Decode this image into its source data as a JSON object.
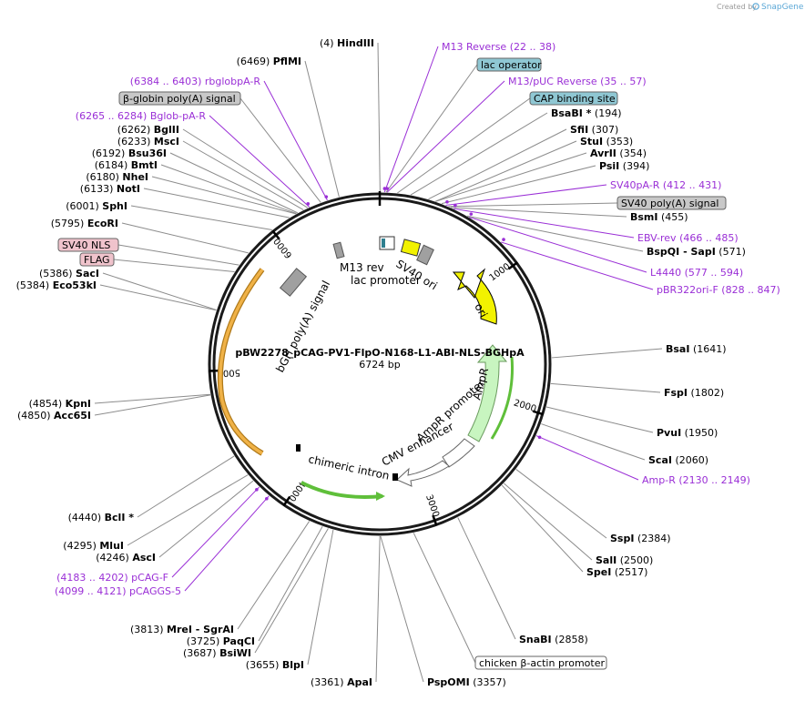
{
  "credit": {
    "created_by": "Created by",
    "brand": "SnapGene"
  },
  "plasmid": {
    "name": "pBW2278_pCAG-PV1-FlpO-N168-L1-ABI-NLS-BGHpA",
    "size": "6724 bp"
  },
  "ticks": [
    "1000",
    "2000",
    "3000",
    "4000",
    "5000",
    "6000"
  ],
  "sites": [
    {
      "pos": "(4)",
      "name": "HindIII",
      "side": "L",
      "anchor": 2
    },
    {
      "pos": "(6469)",
      "name": "PflMI",
      "side": "L",
      "anchor": 6469
    },
    {
      "pos": "(6262)",
      "name": "BglII",
      "side": "L",
      "anchor": 6262
    },
    {
      "pos": "(6233)",
      "name": "MscI",
      "side": "L",
      "anchor": 6233
    },
    {
      "pos": "(6192)",
      "name": "Bsu36I",
      "side": "L",
      "anchor": 6192
    },
    {
      "pos": "(6184)",
      "name": "BmtI",
      "side": "L",
      "anchor": 6184
    },
    {
      "pos": "(6180)",
      "name": "NheI",
      "side": "L",
      "anchor": 6180
    },
    {
      "pos": "(6133)",
      "name": "NotI",
      "side": "L",
      "anchor": 6133
    },
    {
      "pos": "(6001)",
      "name": "SphI",
      "side": "L",
      "anchor": 6001
    },
    {
      "pos": "(5795)",
      "name": "EcoRI",
      "side": "L",
      "anchor": 5795
    },
    {
      "pos": "(5386)",
      "name": "SacI",
      "side": "L",
      "anchor": 5386
    },
    {
      "pos": "(5384)",
      "name": "Eco53kI",
      "side": "L",
      "anchor": 5384
    },
    {
      "pos": "(4854)",
      "name": "KpnI",
      "side": "L",
      "anchor": 4854
    },
    {
      "pos": "(4850)",
      "name": "Acc65I",
      "side": "L",
      "anchor": 4850
    },
    {
      "pos": "(4440)",
      "name": "BclI *",
      "side": "L",
      "anchor": 4440
    },
    {
      "pos": "(4295)",
      "name": "MluI",
      "side": "L",
      "anchor": 4295
    },
    {
      "pos": "(4246)",
      "name": "AscI",
      "side": "L",
      "anchor": 4246
    },
    {
      "pos": "(3813)",
      "name": "MreI  - SgrAI",
      "side": "L",
      "anchor": 3813
    },
    {
      "pos": "(3725)",
      "name": "PaqCI",
      "side": "L",
      "anchor": 3725
    },
    {
      "pos": "(3687)",
      "name": "BsiWI",
      "side": "L",
      "anchor": 3687
    },
    {
      "pos": "(3655)",
      "name": "BlpI",
      "side": "L",
      "anchor": 3655
    },
    {
      "pos": "(3361)",
      "name": "ApaI",
      "side": "L",
      "anchor": 3361
    },
    {
      "pos": "(3357)",
      "name": "PspOMI",
      "side": "R",
      "anchor": 3357
    },
    {
      "pos": "(2858)",
      "name": "SnaBI",
      "side": "R",
      "anchor": 2858
    },
    {
      "pos": "(2517)",
      "name": "SpeI",
      "side": "R",
      "anchor": 2517
    },
    {
      "pos": "(2500)",
      "name": "SalI",
      "side": "R",
      "anchor": 2500
    },
    {
      "pos": "(2384)",
      "name": "SspI",
      "side": "R",
      "anchor": 2384
    },
    {
      "pos": "(2060)",
      "name": "ScaI",
      "side": "R",
      "anchor": 2060
    },
    {
      "pos": "(1950)",
      "name": "PvuI",
      "side": "R",
      "anchor": 1950
    },
    {
      "pos": "(1802)",
      "name": "FspI",
      "side": "R",
      "anchor": 1802
    },
    {
      "pos": "(1641)",
      "name": "BsaI",
      "side": "R",
      "anchor": 1641
    },
    {
      "pos": "(571)",
      "name": "BspQI  - SapI",
      "side": "R",
      "anchor": 571
    },
    {
      "pos": "(455)",
      "name": "BsmI",
      "side": "R",
      "anchor": 455
    },
    {
      "pos": "(394)",
      "name": "PsiI",
      "side": "R",
      "anchor": 394
    },
    {
      "pos": "(354)",
      "name": "AvrII",
      "side": "R",
      "anchor": 354
    },
    {
      "pos": "(353)",
      "name": "StuI",
      "side": "R",
      "anchor": 353
    },
    {
      "pos": "(307)",
      "name": "SfiI",
      "side": "R",
      "anchor": 307
    },
    {
      "pos": "(194)",
      "name": "BsaBI *",
      "side": "R",
      "anchor": 194
    }
  ],
  "primers": [
    {
      "name": "M13 Reverse",
      "range": "(22 .. 38)",
      "side": "R",
      "anchor": 30
    },
    {
      "name": "M13/pUC Reverse",
      "range": "(35 .. 57)",
      "side": "R",
      "anchor": 46
    },
    {
      "name": "SV40pA-R",
      "range": "(412 .. 431)",
      "side": "R",
      "anchor": 421
    },
    {
      "name": "EBV-rev",
      "range": "(466 .. 485)",
      "side": "R",
      "anchor": 475
    },
    {
      "name": "L4440",
      "range": "(577 .. 594)",
      "side": "R",
      "anchor": 585
    },
    {
      "name": "pBR322ori-F",
      "range": "(828 .. 847)",
      "side": "R",
      "anchor": 837
    },
    {
      "name": "Amp-R",
      "range": "(2130 .. 2149)",
      "side": "R",
      "anchor": 2140
    },
    {
      "name": "rbglobpA-R",
      "range": "(6384 .. 6403)",
      "side": "L",
      "anchor": 6393
    },
    {
      "name": "Bglob-pA-R",
      "range": "(6265 .. 6284)",
      "side": "L",
      "anchor": 6274
    },
    {
      "name": "pCAG-F",
      "range": "(4183 .. 4202)",
      "side": "L",
      "anchor": 4192
    },
    {
      "name": "pCAGGS-5",
      "range": "(4099 .. 4121)",
      "side": "L",
      "anchor": 4110
    }
  ],
  "tags": [
    {
      "text": "lac operator",
      "kind": "teal",
      "anchor": 40
    },
    {
      "text": "CAP binding site",
      "kind": "teal",
      "anchor": 110
    },
    {
      "text": "SV40 poly(A) signal",
      "kind": "gray",
      "anchor": 440
    },
    {
      "text": "β-globin poly(A) signal",
      "kind": "gray",
      "anchor": 6350
    },
    {
      "text": "SV40 NLS",
      "kind": "pink",
      "anchor": 5700
    },
    {
      "text": "FLAG",
      "kind": "pink",
      "anchor": 5650
    },
    {
      "text": "chicken β-actin promoter",
      "kind": "white",
      "anchor": 3150
    }
  ],
  "features": {
    "lac_promoter": "lac promoter",
    "m13_rev": "M13 rev",
    "sv40_ori": "SV40 ori",
    "ori": "ori",
    "ampr": "AmpR",
    "ampr_promoter": "AmpR promoter",
    "cmv_enhancer": "CMV enhancer",
    "chimeric_intron": "chimeric intron",
    "bgh_polya": "bGH poly(A) signal"
  },
  "colors": {
    "primer": "#9a2fd6",
    "teal_box": "#8fc7d3",
    "gray_box": "#c8c8c8",
    "pink_box": "#f0c3cc",
    "ori": "#f2f200",
    "ampr": "#c8f5c0",
    "orange_cds": "#f0b247",
    "green_arc": "#5fbf3a"
  }
}
